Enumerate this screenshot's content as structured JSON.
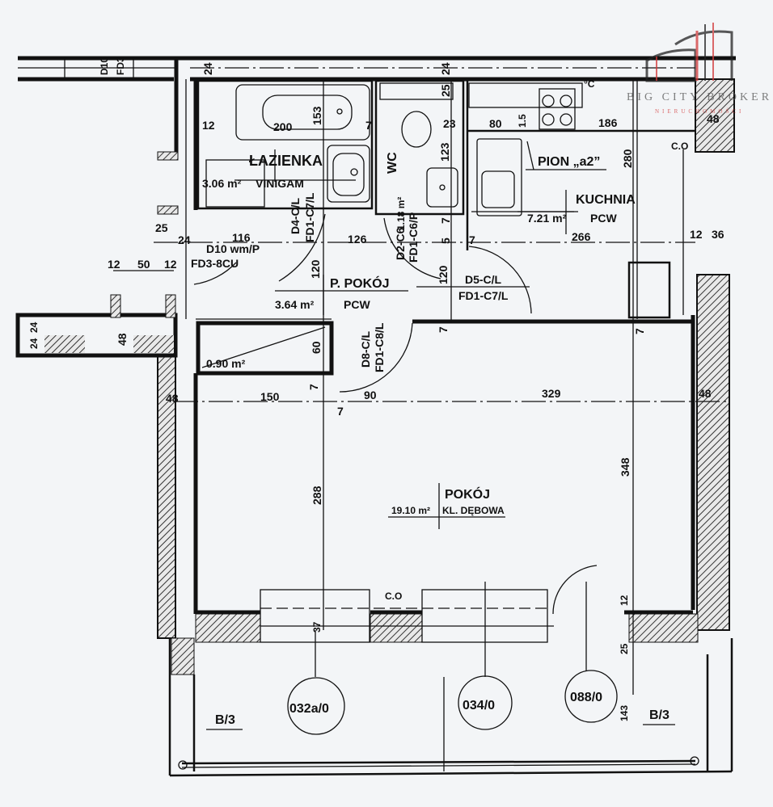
{
  "watermark": {
    "brand": "BIG CITY BROKER",
    "sub": "NIERUCHOMOŚCI",
    "accent": "#d23a3a"
  },
  "rooms": {
    "bathroom": {
      "name": "ŁAZIENKA",
      "area": "3.06 m²",
      "floor": "VINIGAM"
    },
    "wc": {
      "name": "WC",
      "area": "1.18 m²"
    },
    "kitchen": {
      "name": "KUCHNIA",
      "area": "7.21 m²",
      "floor": "PCW"
    },
    "hall": {
      "name": "P. POKÓJ",
      "area": "3.64 m²",
      "floor": "PCW"
    },
    "closet": {
      "area": "0.90 m²"
    },
    "living": {
      "name": "POKÓJ",
      "area": "19.10 m²",
      "floor": "KL. DĘBOWA"
    }
  },
  "doors": [
    {
      "code": "D4-C/L",
      "frame": "FD1-C7/L"
    },
    {
      "code": "D2-C6",
      "frame": "FD1-C6/P"
    },
    {
      "code": "D10 wm/P",
      "frame": "FD3-8CU"
    },
    {
      "code": "D5-C/L",
      "frame": "FD1-C7/L"
    },
    {
      "code": "D8-C/L",
      "frame": "FD1-C8/L"
    }
  ],
  "labels": {
    "riser": "PION „a2”",
    "co_1": "C.O",
    "co_2": "C.O",
    "thermo": "°C",
    "balcony_left": "B/3",
    "balcony_right": "B/3",
    "top_door_code": "D10",
    "top_door_frame": "FD3"
  },
  "windows": [
    "032a/0",
    "034/0",
    "088/0"
  ],
  "dimensions": [
    "24",
    "24",
    "12",
    "200",
    "153",
    "7",
    "23",
    "25",
    "80",
    "1.5",
    "186",
    "280",
    "48",
    "123",
    "25",
    "24",
    "116",
    "126",
    "7",
    "5",
    "7",
    "266",
    "12",
    "36",
    "120",
    "120",
    "12",
    "50",
    "12",
    "24",
    "24",
    "48",
    "60",
    "7",
    "7",
    "7",
    "48",
    "150",
    "90",
    "7",
    "329",
    "48",
    "288",
    "348",
    "12",
    "25",
    "143",
    "37"
  ]
}
